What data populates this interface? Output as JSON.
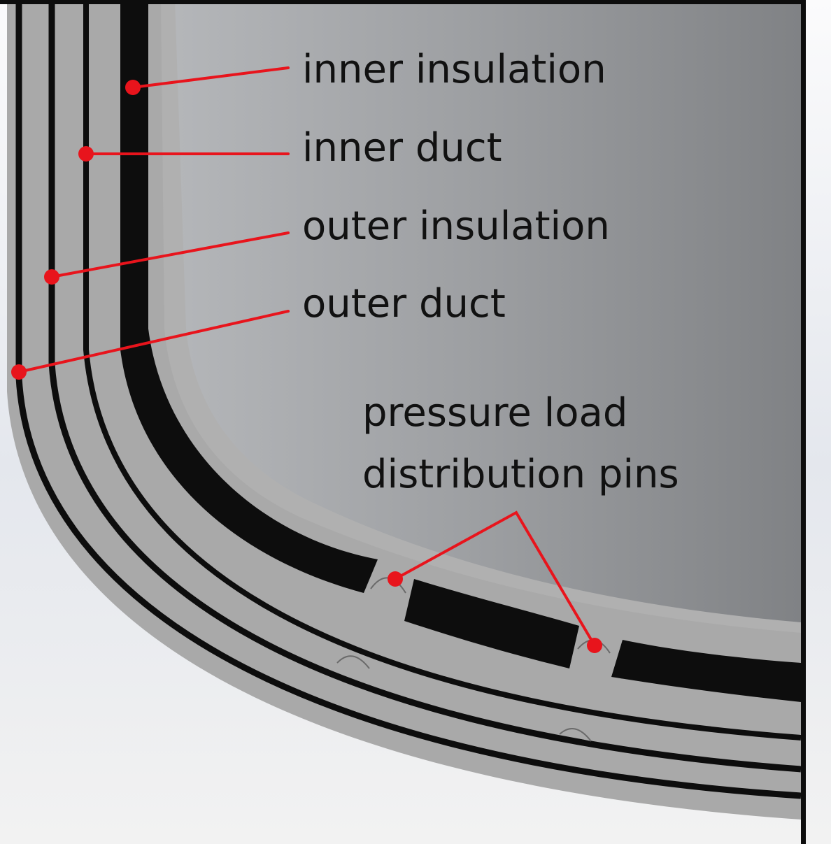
{
  "labels": {
    "inner_insulation": "inner insulation",
    "inner_duct": "inner duct",
    "outer_insulation": "outer insulation",
    "outer_duct": "outer duct",
    "pins_line1": "pressure load",
    "pins_line2": "distribution pins"
  },
  "colors": {
    "annotation": "#e8141c",
    "insulation": "#0d0d0d",
    "steel": "#a9a9a9",
    "interior": "#9a9c9f",
    "text": "#111111"
  }
}
